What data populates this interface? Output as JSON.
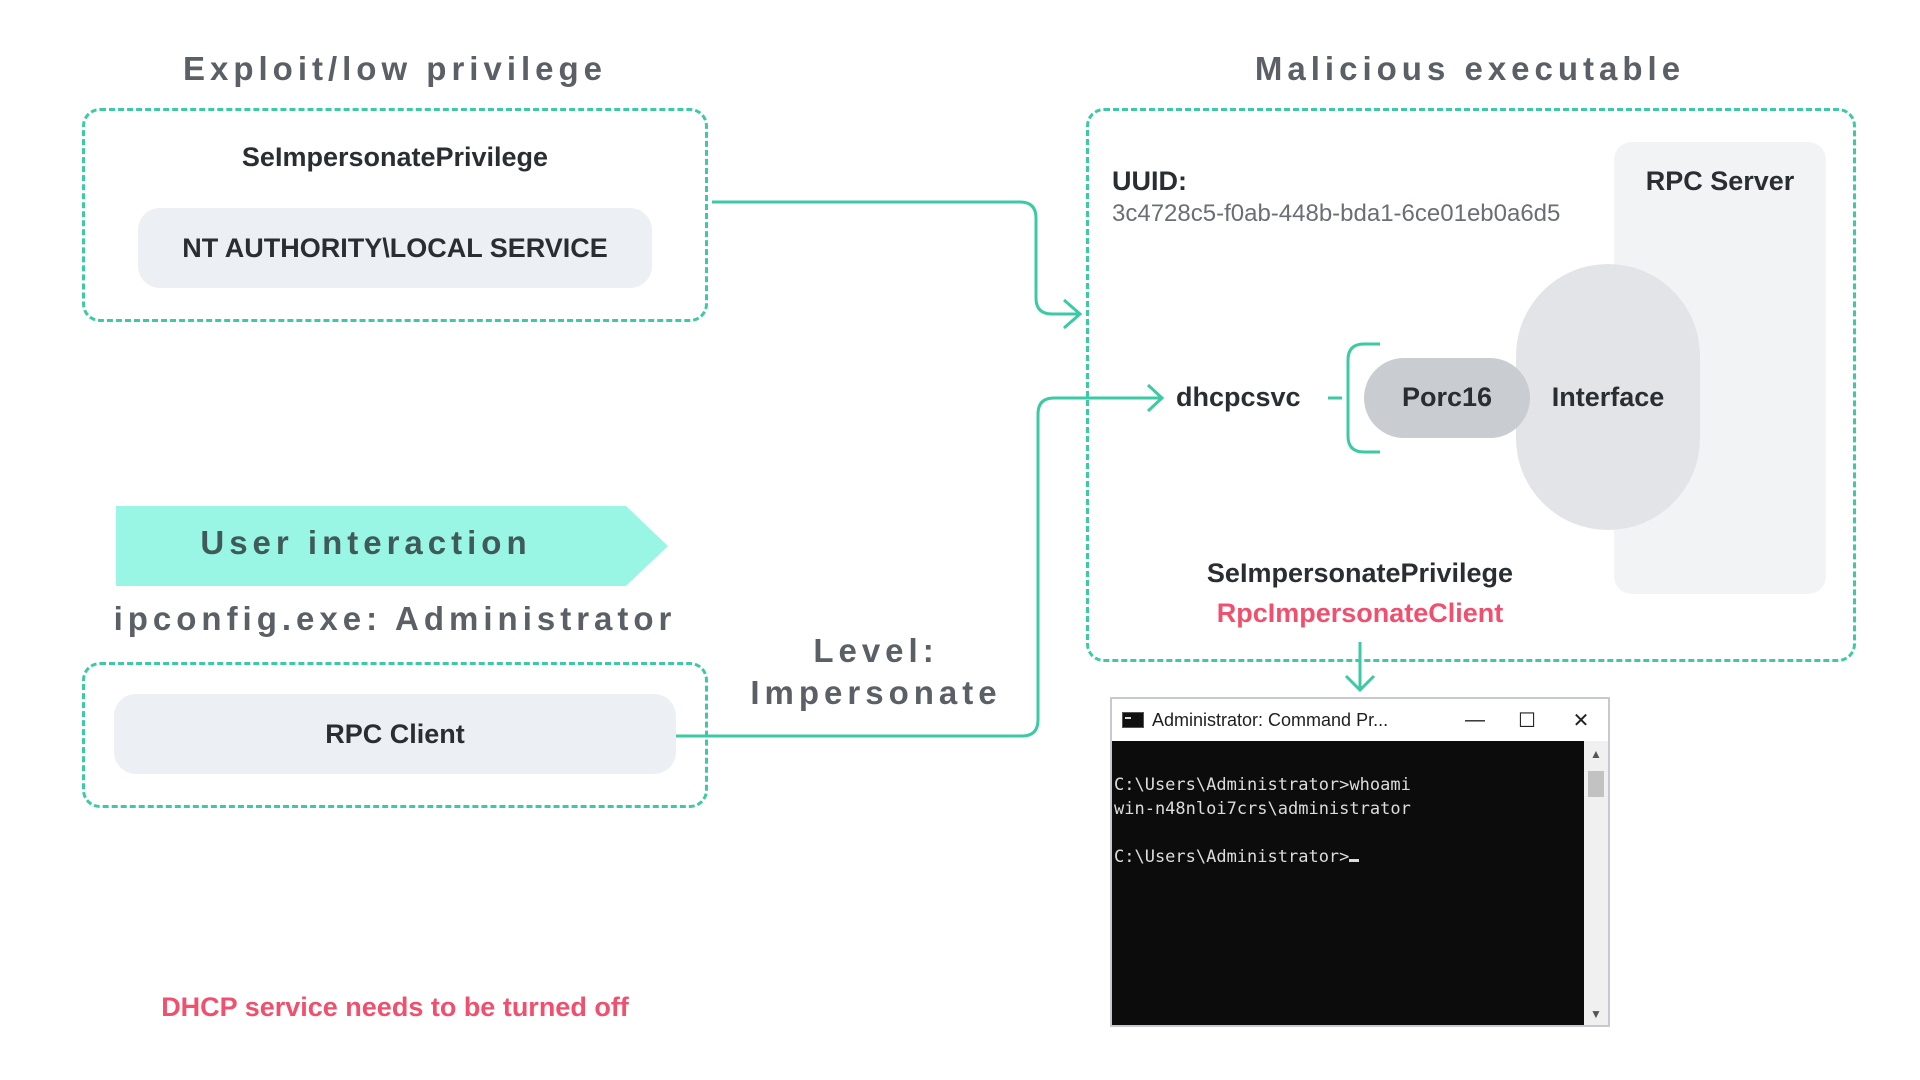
{
  "left": {
    "exploit_title": "Exploit/low privilege",
    "seimpersonate_label": "SeImpersonatePrivilege",
    "nt_authority_label": "NT AUTHORITY\\LOCAL SERVICE",
    "user_interaction_label": "User interaction",
    "ipconfig_label": "ipconfig.exe: Administrator",
    "rpc_client_label": "RPC Client",
    "dhcp_note": "DHCP service needs to be turned off"
  },
  "middle": {
    "level_label_line1": "Level:",
    "level_label_line2": "Impersonate"
  },
  "right": {
    "malicious_title": "Malicious executable",
    "uuid_label": "UUID:",
    "uuid_value": "3c4728c5-f0ab-448b-bda1-6ce01eb0a6d5",
    "rpc_server_label": "RPC Server",
    "dhcpcsvc_label": "dhcpcsvc",
    "porc16_label": "Porc16",
    "interface_label": "Interface",
    "seimpersonate_label": "SeImpersonatePrivilege",
    "rpc_impersonate_label": "RpcImpersonateClient"
  },
  "cmd": {
    "title": "Administrator: Command Pr...",
    "minimize_glyph": "—",
    "maximize_glyph": "☐",
    "close_glyph": "✕",
    "line1": "C:\\Users\\Administrator>whoami",
    "line2": "win-n48nloi7crs\\administrator",
    "line3": "",
    "line4": "C:\\Users\\Administrator>",
    "scroll_up_glyph": "▲",
    "scroll_down_glyph": "▼"
  },
  "colors": {
    "accent_green": "#3cc9a4",
    "banner_mint": "#99f5e4",
    "highlight_red": "#f0506e",
    "pill_gray": "#eceff3",
    "server_gray": "#f1f3f5",
    "interface_gray": "#e2e4e8",
    "porc_gray": "#c9ccd1"
  }
}
